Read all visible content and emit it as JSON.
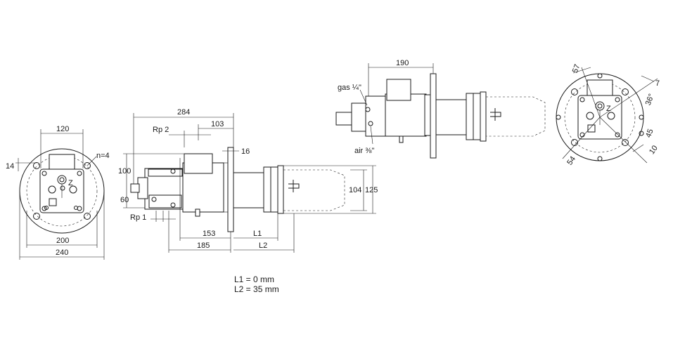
{
  "front_view_left": {
    "dim_top": "120",
    "dim_left": "14",
    "holes": "n=4",
    "dim_bottom_inner": "200",
    "dim_bottom_outer": "240",
    "flange_mark": "Z"
  },
  "side_view": {
    "dim_total": "284",
    "dim_rp2": "Rp 2",
    "dim_103": "103",
    "dim_flange": "16",
    "dim_height": "100",
    "dim_60": "60",
    "dim_rp1": "Rp 1",
    "dim_153": "153",
    "dim_185": "185",
    "dim_l1": "L1",
    "dim_l2": "L2",
    "dim_tube_inner": "104",
    "dim_tube_outer": "125"
  },
  "top_view": {
    "dim_190": "190",
    "label_gas": "gas ¼\"",
    "label_air": "air ⅜\""
  },
  "front_view_right": {
    "dim_57": "57",
    "dim_7": "7",
    "dim_36": "36°",
    "dim_45": "45",
    "dim_10": "10",
    "dim_54": "54",
    "flange_mark": "Z"
  },
  "notes": {
    "l1": "L1 = 0 mm",
    "l2": "L2 = 35 mm"
  }
}
